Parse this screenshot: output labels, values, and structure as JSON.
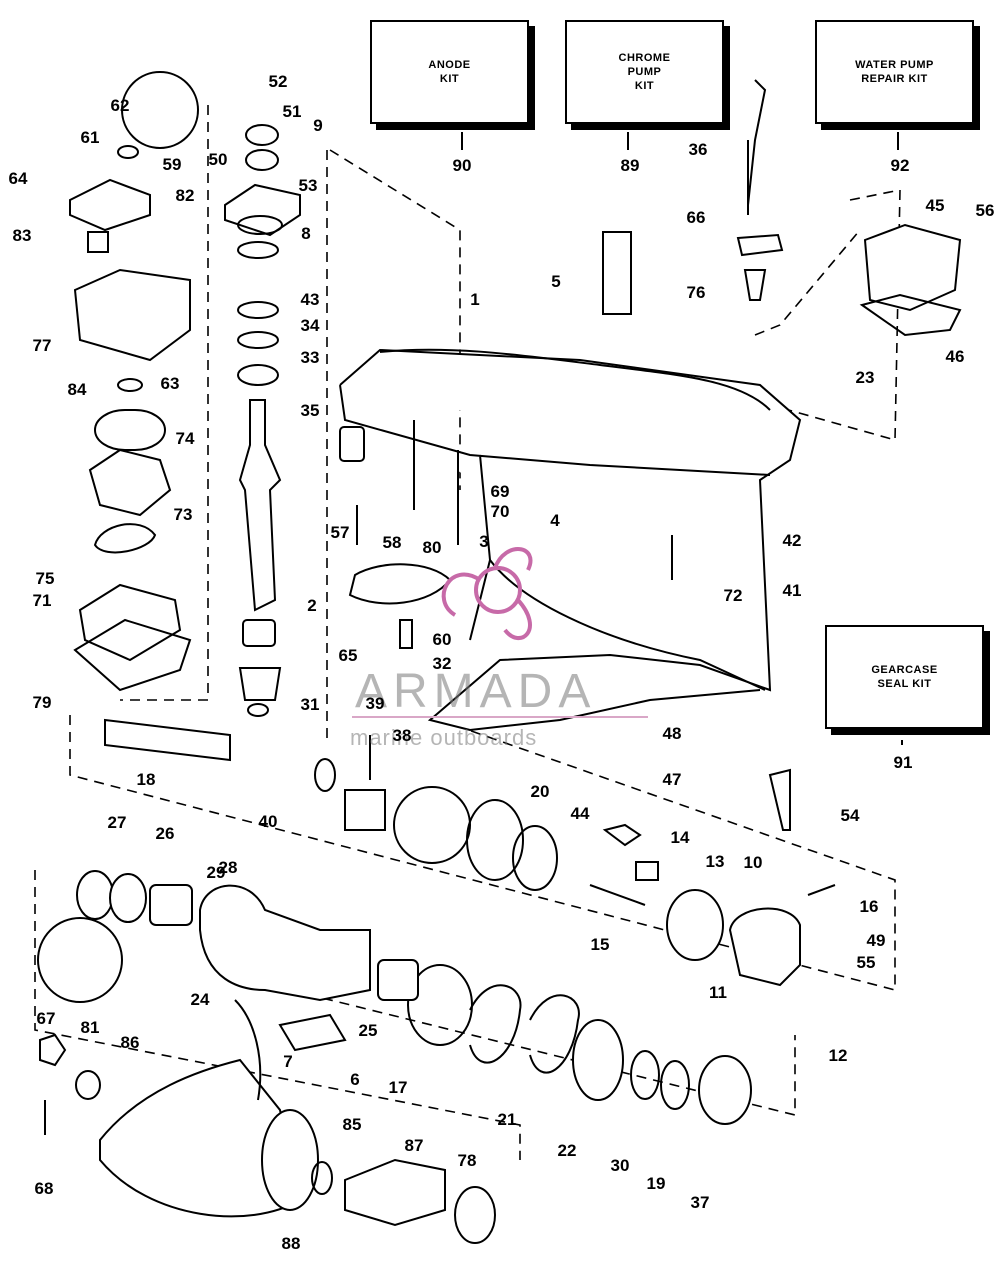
{
  "kits": [
    {
      "id": "anode",
      "label": "ANODE\nKIT",
      "number": "90"
    },
    {
      "id": "chrome",
      "label": "CHROME\nPUMP\nKIT",
      "number": "89"
    },
    {
      "id": "waterpump",
      "label": "WATER PUMP\nREPAIR KIT",
      "number": "92"
    },
    {
      "id": "gearcase",
      "label": "GEARCASE\nSEAL KIT",
      "number": "91"
    }
  ],
  "watermark": {
    "brand": "ARMADA",
    "tagline": "marine outboards"
  },
  "callouts": [
    "52",
    "51",
    "9",
    "62",
    "61",
    "59",
    "64",
    "50",
    "53",
    "82",
    "83",
    "8",
    "43",
    "34",
    "77",
    "33",
    "84",
    "63",
    "35",
    "74",
    "73",
    "75",
    "71",
    "79",
    "2",
    "32",
    "31",
    "1",
    "5",
    "36",
    "66",
    "76",
    "45",
    "56",
    "23",
    "46",
    "69",
    "70",
    "57",
    "58",
    "80",
    "3",
    "4",
    "42",
    "72",
    "41",
    "65",
    "60",
    "39",
    "38",
    "48",
    "47",
    "18",
    "40",
    "20",
    "44",
    "14",
    "13",
    "10",
    "54",
    "27",
    "26",
    "28",
    "29",
    "16",
    "49",
    "55",
    "15",
    "11",
    "24",
    "25",
    "17",
    "12",
    "67",
    "81",
    "86",
    "7",
    "6",
    "21",
    "85",
    "87",
    "78",
    "22",
    "30",
    "19",
    "37",
    "68",
    "88"
  ]
}
